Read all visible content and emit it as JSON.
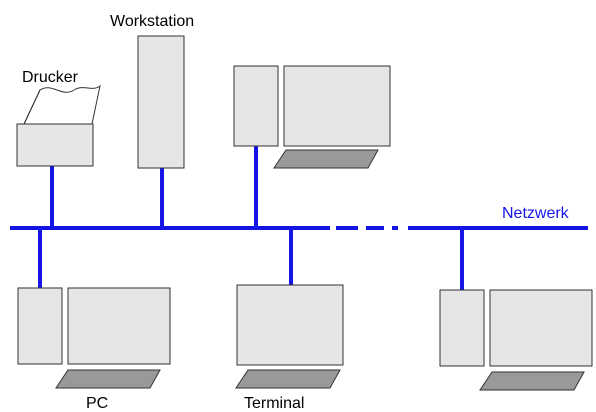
{
  "labels": {
    "drucker": "Drucker",
    "workstation": "Workstation",
    "netzwerk": "Netzwerk",
    "pc": "PC",
    "terminal": "Terminal"
  },
  "colors": {
    "network": "#1515e6",
    "device_fill": "#e6e6e6",
    "device_stroke": "#333333",
    "keyboard_fill": "#999999",
    "text": "#000000"
  }
}
